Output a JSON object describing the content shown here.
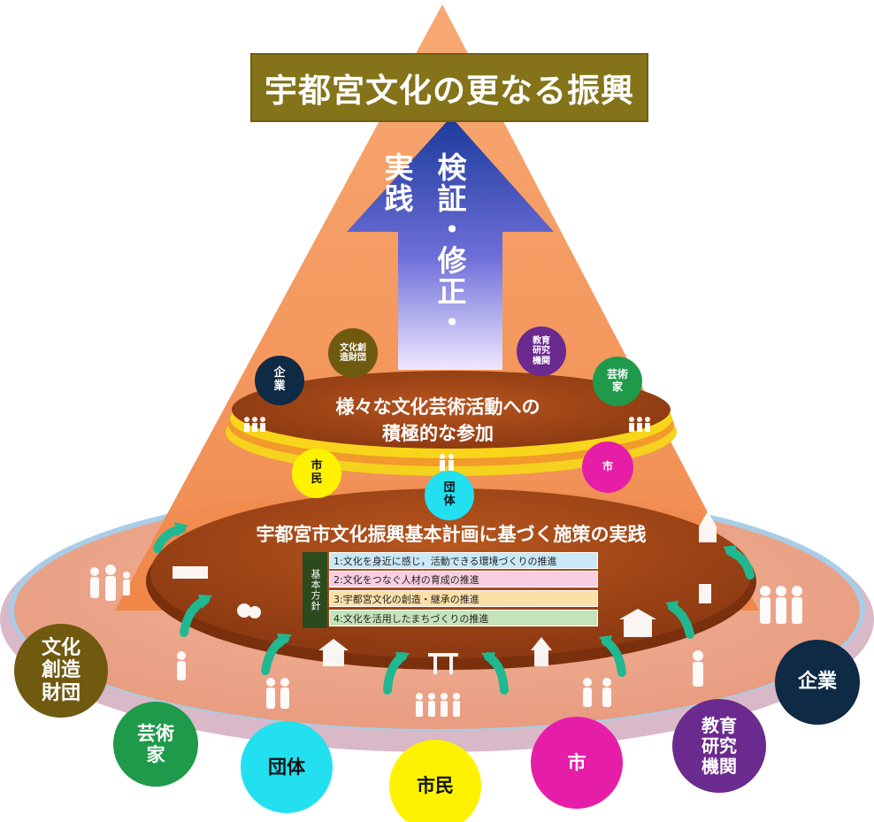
{
  "title": "宇都宮文化の更なる振興",
  "arrow_text": "検証・修正・実践",
  "top_disc": {
    "line1": "様々な文化芸術活動への",
    "line2": "積極的な参加"
  },
  "middle_disc": "宇都宮市文化振興基本計画に基づく施策の実践",
  "policies": {
    "heading": "基本方針",
    "items": [
      {
        "text": "1:文化を身近に感じ，活動できる環境づくりの推進",
        "color": "#c9e9f7"
      },
      {
        "text": "2:文化をつなぐ人材の育成の推進",
        "color": "#f7cfe0"
      },
      {
        "text": "3:宇都宮文化の創造・継承の推進",
        "color": "#fbe0a8"
      },
      {
        "text": "4:文化を活用したまちづくりの推進",
        "color": "#c5e3b9"
      }
    ]
  },
  "small_circles": {
    "bunka": {
      "label": "文化創造財団",
      "color": "#705a10"
    },
    "kigyou": {
      "label": "企業",
      "color": "#0f2a45"
    },
    "kyouiku": {
      "label": "教育研究機関",
      "color": "#6b2a8d"
    },
    "geijutsu": {
      "label": "芸術家",
      "color": "#1e9a4a"
    },
    "shimin": {
      "label": "市民",
      "color": "#fff200"
    },
    "dantai": {
      "label": "団体",
      "color": "#22e0f0"
    },
    "shi": {
      "label": "市",
      "color": "#e61ea7"
    }
  },
  "large_circles": {
    "bunka": {
      "label": "文化創造財団",
      "color": "#705a10"
    },
    "geijutsu": {
      "label": "芸術家",
      "color": "#1e9a4a"
    },
    "dantai": {
      "label": "団体",
      "color": "#22e0f0"
    },
    "shimin": {
      "label": "市民",
      "color": "#fff200"
    },
    "shi": {
      "label": "市",
      "color": "#e61ea7"
    },
    "kyouiku": {
      "label": "教育研究機関",
      "color": "#6b2a8d"
    },
    "kigyou": {
      "label": "企業",
      "color": "#0f2a45"
    }
  }
}
